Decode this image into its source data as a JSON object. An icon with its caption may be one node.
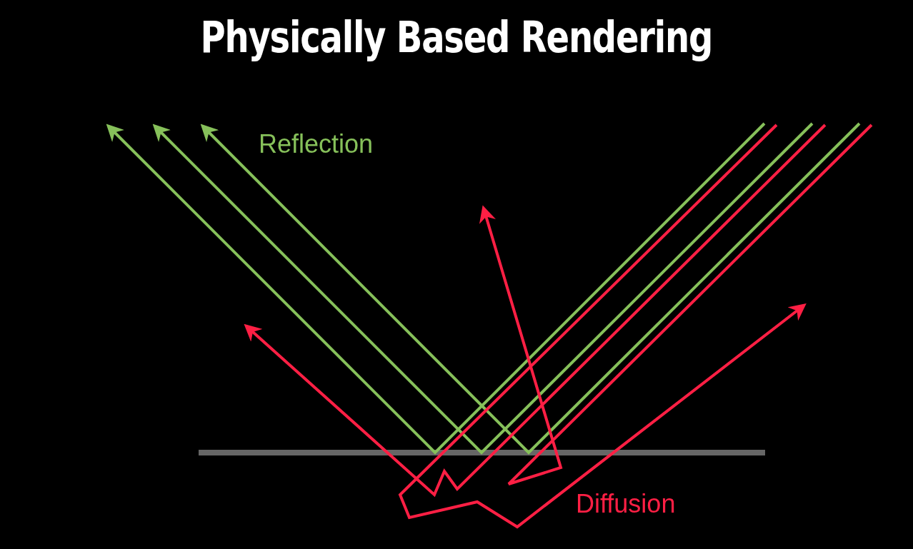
{
  "diagram": {
    "title": "Physically Based Rendering",
    "labels": [
      "Reflection",
      "Diffusion"
    ]
  }
}
